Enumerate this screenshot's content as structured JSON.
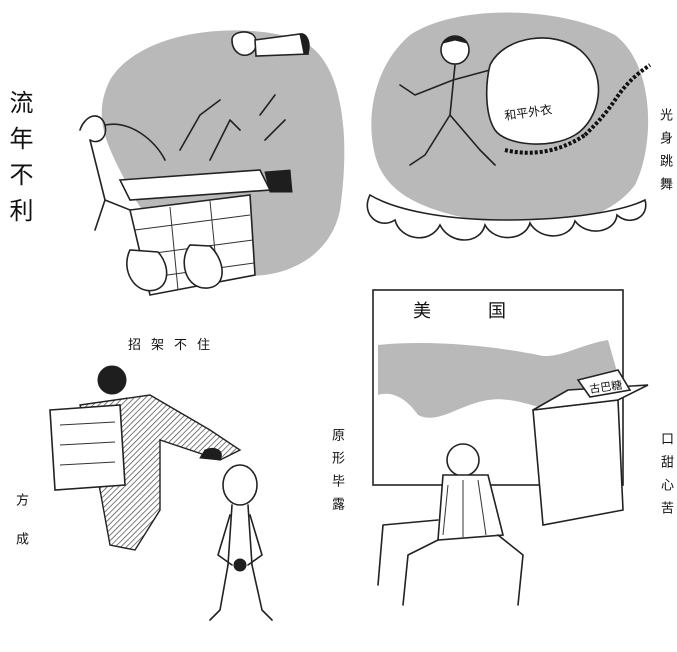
{
  "title": "流年不利",
  "panels": [
    {
      "id": "top-left",
      "caption": "招架不住",
      "labels": []
    },
    {
      "id": "top-right",
      "caption": "光身跳舞",
      "labels": [
        "和平外衣"
      ]
    },
    {
      "id": "bottom-left",
      "caption": "原形毕露",
      "labels": []
    },
    {
      "id": "bottom-right",
      "caption": "口甜心苦",
      "labels": [
        "美",
        "国",
        "古巴糖"
      ]
    }
  ],
  "side_caption": "方成"
}
